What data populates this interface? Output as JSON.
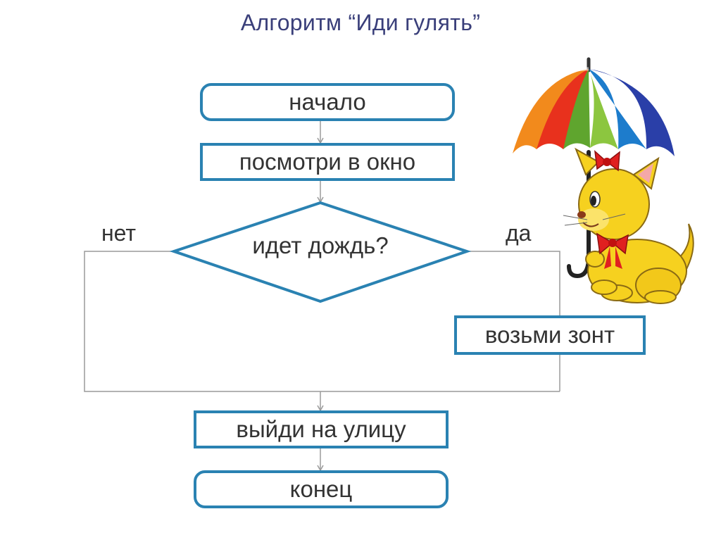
{
  "title": "Алгоритм “Иди гулять”",
  "nodes": {
    "start": "начало",
    "look": "посмотри в окно",
    "decision": "идет дождь?",
    "umbrella": "возьми зонт",
    "go_out": "выйди на улицу",
    "end": "конец"
  },
  "branches": {
    "no": "нет",
    "yes": "да"
  },
  "colors": {
    "border": "#2a82b2",
    "title": "#3a3f7a",
    "text": "#333333",
    "line": "#9a9a9a"
  }
}
